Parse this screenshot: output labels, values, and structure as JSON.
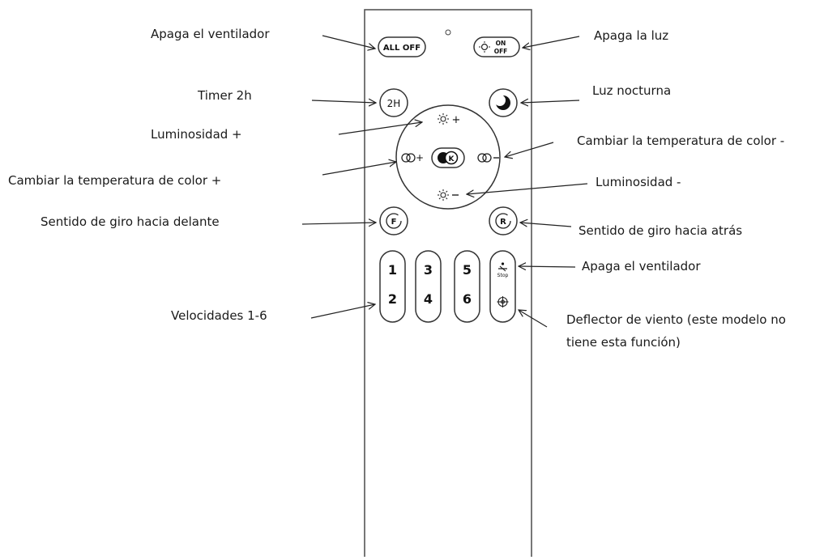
{
  "remote": {
    "buttons": {
      "all_off": "ALL OFF",
      "light_on": "ON",
      "light_off": "OFF",
      "timer": "2H",
      "speed_1": "1",
      "speed_2": "2",
      "speed_3": "3",
      "speed_4": "4",
      "speed_5": "5",
      "speed_6": "6",
      "forward": "F",
      "reverse": "R",
      "center_k": "K",
      "fan_stop": "Stop"
    }
  },
  "annotations": {
    "fan_off_top": "Apaga el ventilador",
    "light_off": "Apaga la luz",
    "timer": "Timer 2h",
    "night_light": "Luz nocturna",
    "brightness_up": "Luminosidad +",
    "color_temp_down": "Cambiar la temperatura de color -",
    "color_temp_up": "Cambiar la temperatura de color +",
    "brightness_down": "Luminosidad -",
    "forward": "Sentido de giro hacia delante",
    "reverse": "Sentido de giro hacia atrás",
    "fan_off_stop": "Apaga el ventilador",
    "speeds": "Velocidades 1-6",
    "deflector": "Deflector de viento (este modelo no tiene esta función)"
  }
}
